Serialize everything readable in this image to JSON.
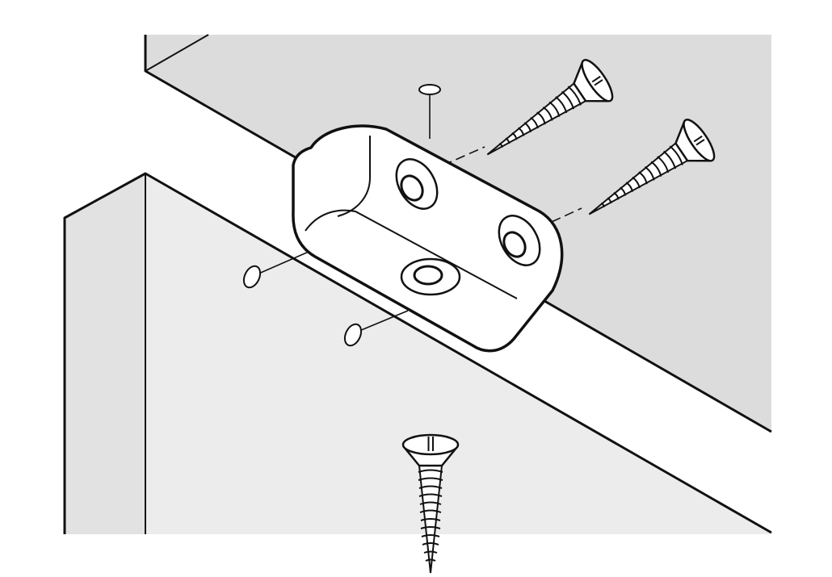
{
  "diagram": {
    "kind": "assembly-instruction",
    "text_labels": [],
    "colors": {
      "background": "#ffffff",
      "upper_panel": "#dcdcdc",
      "lower_panel": "#ececec",
      "panel_side": "#e2e2e2",
      "bracket": "#ffffff",
      "outline": "#111111",
      "screw_fill": "#ffffff"
    },
    "parts": {
      "connector_bracket": "corner-connector",
      "screws": [
        {
          "name": "screw-upper-left",
          "orientation": "diagonal"
        },
        {
          "name": "screw-upper-right",
          "orientation": "diagonal"
        },
        {
          "name": "screw-bottom",
          "orientation": "vertical"
        }
      ],
      "pilot_holes": [
        "top-panel-hole",
        "side-panel-hole-upper",
        "side-panel-hole-lower"
      ],
      "guide_lines_style": "dashed"
    }
  }
}
